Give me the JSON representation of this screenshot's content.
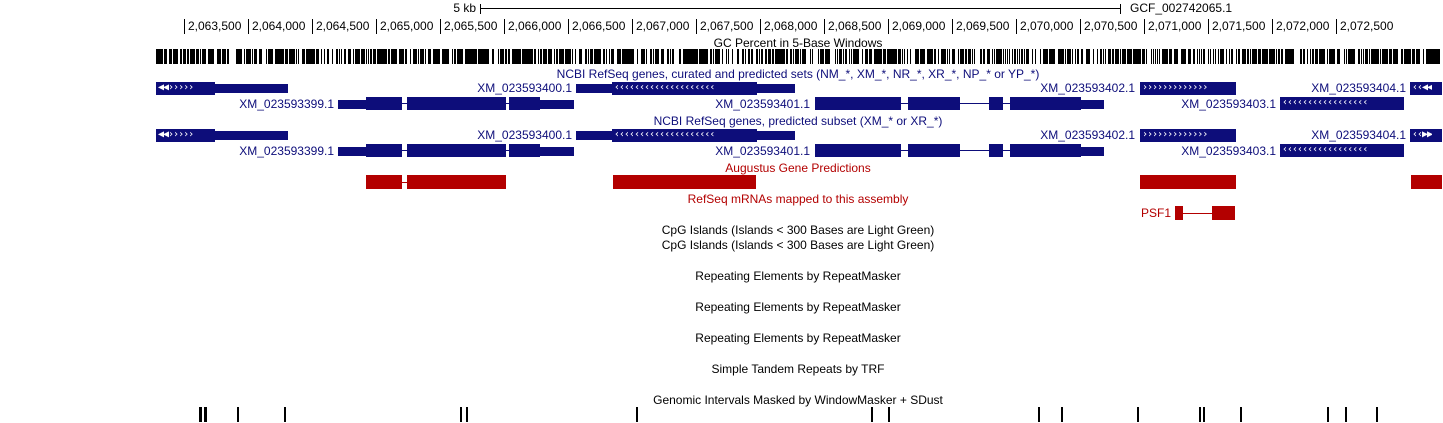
{
  "scale": {
    "label": "5 kb",
    "assembly": "GCF_002742065.1",
    "ticks": [
      "2,063,500",
      "2,064,000",
      "2,064,500",
      "2,065,000",
      "2,065,500",
      "2,066,000",
      "2,066,500",
      "2,067,000",
      "2,067,500",
      "2,068,000",
      "2,068,500",
      "2,069,000",
      "2,069,500",
      "2,070,000",
      "2,070,500",
      "2,071,000",
      "2,071,500",
      "2,072,000",
      "2,072,500"
    ]
  },
  "tracks": {
    "gc_percent": "GC Percent in 5-Base Windows",
    "refseq_all": "NCBI RefSeq genes, curated and predicted sets (NM_*, XM_*, NR_*, XR_*, NP_* or YP_*)",
    "refseq_predicted": "NCBI RefSeq genes, predicted subset (XM_* or XR_*)",
    "augustus": "Augustus Gene Predictions",
    "refseq_mrna": "RefSeq mRNAs mapped to this assembly",
    "cpg1": "CpG Islands (Islands < 300 Bases are Light Green)",
    "cpg2": "CpG Islands (Islands < 300 Bases are Light Green)",
    "rmsk1": "Repeating Elements by RepeatMasker",
    "rmsk2": "Repeating Elements by RepeatMasker",
    "rmsk3": "Repeating Elements by RepeatMasker",
    "trf": "Simple Tandem Repeats by TRF",
    "windowmasker": "Genomic Intervals Masked by WindowMasker + SDust"
  },
  "genes": {
    "xm399": "XM_023593399.1",
    "xm400": "XM_023593400.1",
    "xm401": "XM_023593401.1",
    "xm402": "XM_023593402.1",
    "xm403": "XM_023593403.1",
    "xm404": "XM_023593404.1",
    "psf1": "PSF1"
  },
  "colors": {
    "gene_blue": "#0d0d7a",
    "prediction_red": "#b30000"
  }
}
